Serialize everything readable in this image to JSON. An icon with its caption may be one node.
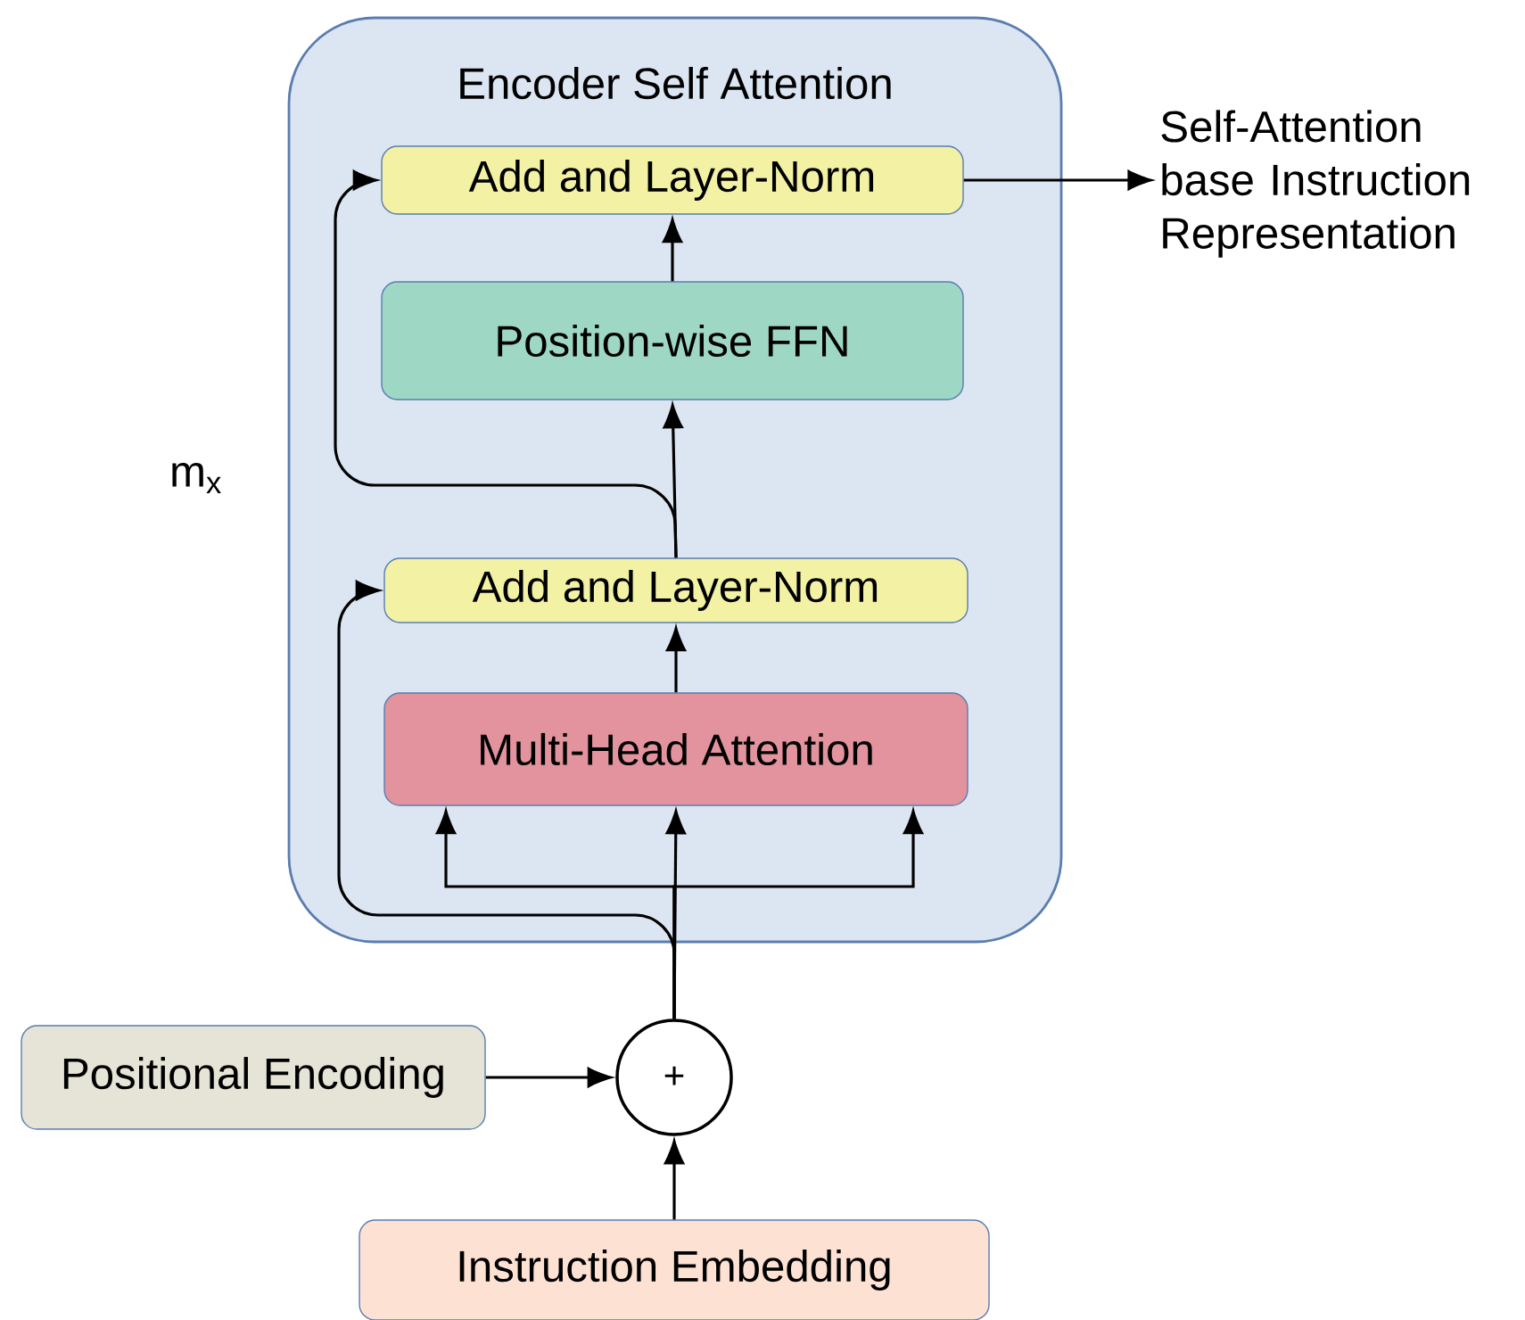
{
  "diagram": {
    "nodes": [
      {
        "text": [
          "Encoder Self Attention"
        ]
      },
      {
        "text": [
          "Add and Layer-Norm"
        ],
        "in": 0
      },
      {
        "text": [
          "Position-wise FFN"
        ],
        "in": 0
      },
      {
        "text": [
          "Add and Layer-Norm"
        ],
        "in": 0
      },
      {
        "text": [
          "Multi-Head Attention"
        ],
        "in": 0
      },
      {
        "text": [
          "Positional Encoding"
        ]
      },
      {
        "text": [
          "+"
        ]
      },
      {
        "text": [
          "Instruction Embedding"
        ]
      },
      {
        "text": [
          "Self-Attention base Instruction Representation"
        ]
      }
    ],
    "edges": [
      {
        "from": 7,
        "to": 6,
        "arrow": "to"
      },
      {
        "from": 5,
        "to": 6,
        "arrow": "to"
      },
      {
        "from": 6,
        "to": 4,
        "arrow": "to"
      },
      {
        "from": 6,
        "to": 4,
        "arrow": "to"
      },
      {
        "from": 6,
        "to": 4,
        "arrow": "to"
      },
      {
        "from": 6,
        "to": 3,
        "arrow": "to"
      },
      {
        "from": 4,
        "to": 3,
        "arrow": "to"
      },
      {
        "from": 3,
        "to": 2,
        "arrow": "to"
      },
      {
        "from": 3,
        "to": 1,
        "arrow": "to"
      },
      {
        "from": 2,
        "to": 1,
        "arrow": "to"
      },
      {
        "from": 1,
        "to": 8,
        "arrow": "to"
      }
    ],
    "labels": [
      "m$_{x}$"
    ]
  }
}
